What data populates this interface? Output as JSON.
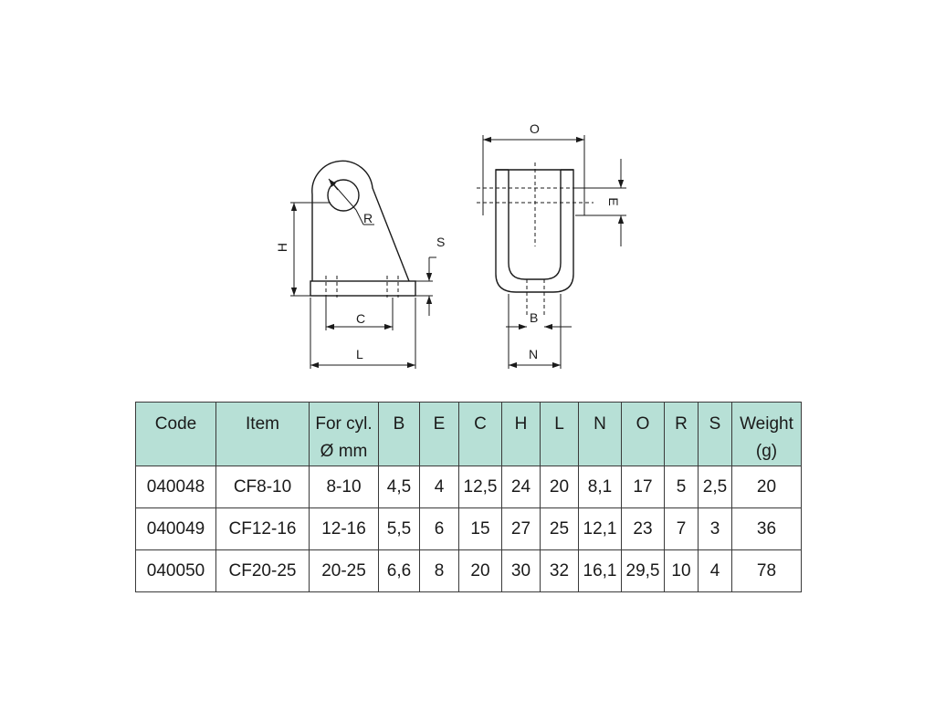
{
  "drawing": {
    "side_view": {
      "labels": {
        "R": "R",
        "H": "H",
        "S": "S",
        "C": "C",
        "L": "L"
      }
    },
    "front_view": {
      "labels": {
        "O": "O",
        "E": "E",
        "B": "B",
        "N": "N"
      }
    }
  },
  "table": {
    "header_color": "#b7e0d6",
    "columns": [
      {
        "line1": "Code",
        "line2": ""
      },
      {
        "line1": "Item",
        "line2": ""
      },
      {
        "line1": "For cyl.",
        "line2": "Ø mm"
      },
      {
        "line1": "B",
        "line2": ""
      },
      {
        "line1": "E",
        "line2": ""
      },
      {
        "line1": "C",
        "line2": ""
      },
      {
        "line1": "H",
        "line2": ""
      },
      {
        "line1": "L",
        "line2": ""
      },
      {
        "line1": "N",
        "line2": ""
      },
      {
        "line1": "O",
        "line2": ""
      },
      {
        "line1": "R",
        "line2": ""
      },
      {
        "line1": "S",
        "line2": ""
      },
      {
        "line1": "Weight",
        "line2": "(g)"
      }
    ],
    "rows": [
      [
        "040048",
        "CF8-10",
        "8-10",
        "4,5",
        "4",
        "12,5",
        "24",
        "20",
        "8,1",
        "17",
        "5",
        "2,5",
        "20"
      ],
      [
        "040049",
        "CF12-16",
        "12-16",
        "5,5",
        "6",
        "15",
        "27",
        "25",
        "12,1",
        "23",
        "7",
        "3",
        "36"
      ],
      [
        "040050",
        "CF20-25",
        "20-25",
        "6,6",
        "8",
        "20",
        "30",
        "32",
        "16,1",
        "29,5",
        "10",
        "4",
        "78"
      ]
    ]
  }
}
